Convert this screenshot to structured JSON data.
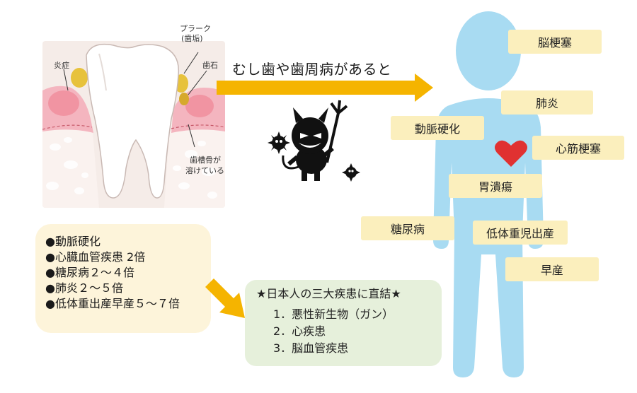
{
  "tooth_diagram": {
    "labels": {
      "inflammation": "炎症",
      "plaque_line1": "プラーク",
      "plaque_line2": "(歯垢)",
      "tartar": "歯石",
      "bone_line1": "歯槽骨が",
      "bone_line2": "溶けている"
    }
  },
  "headline": "むし歯や歯周病があると",
  "body_organs": [
    {
      "id": "stroke",
      "label": "脳梗塞"
    },
    {
      "id": "pneumonia",
      "label": "肺炎"
    },
    {
      "id": "arteriosclerosis",
      "label": "動脈硬化"
    },
    {
      "id": "myocardial",
      "label": "心筋梗塞"
    },
    {
      "id": "ulcer",
      "label": "胃潰瘍"
    },
    {
      "id": "diabetes",
      "label": "糖尿病"
    },
    {
      "id": "lowweight",
      "label": "低体重児出産"
    },
    {
      "id": "premature",
      "label": "早産"
    }
  ],
  "risk_stats": [
    "●動脈硬化",
    "●心臓血管疾患 2倍",
    "●糖尿病２～４倍",
    "●肺炎２～５倍",
    "●低体重出産早産５～７倍"
  ],
  "diseases": {
    "title": "★日本人の三大疾患に直結★",
    "items": [
      "1．悪性新生物（ガン）",
      "2．心疾患",
      "3．脳血管疾患"
    ]
  },
  "colors": {
    "arrow": "#f5b400",
    "body": "#a8dbf2",
    "label_bg": "#fbefbd",
    "heart": "#e03131",
    "stats_bg": "#fdf4da",
    "disease_bg": "#e6f0db",
    "gum": "#f4b5bf",
    "plaque": "#e7c23c"
  }
}
